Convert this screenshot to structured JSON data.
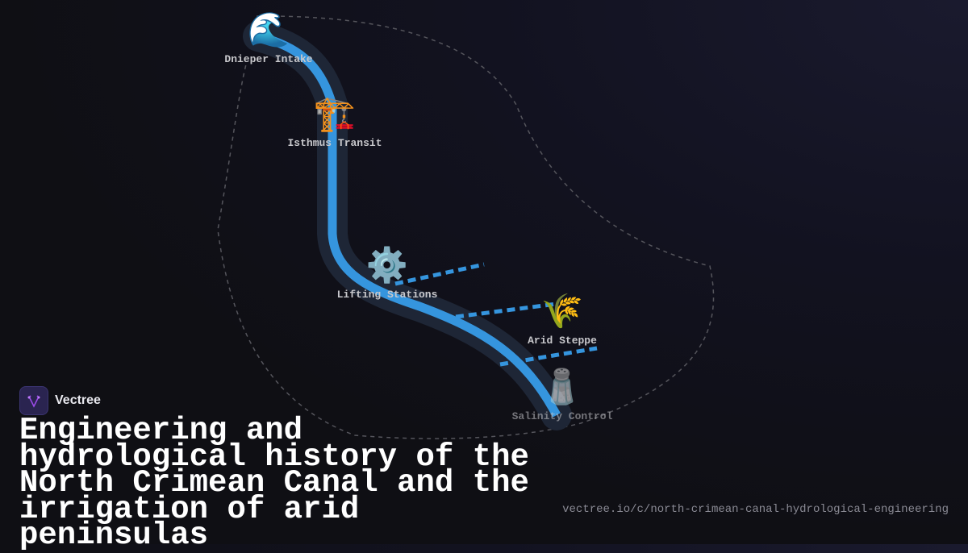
{
  "brand": {
    "name": "Vectree",
    "logo_icon": "vectree-logo-icon",
    "accent": "#8b3fd9"
  },
  "title": "Engineering and hydrological history of the North Crimean Canal and the irrigation of arid peninsulas",
  "url": "vectree.io/c/north-crimean-canal-hydrological-engineering",
  "colors": {
    "canal": "#3595de",
    "background": "#0f0f14"
  },
  "nodes": [
    {
      "label": "Dnieper Intake",
      "icon": "water-wave-icon",
      "emoji": "🌊"
    },
    {
      "label": "Isthmus Transit",
      "icon": "construction-crane-icon",
      "emoji": "🏗️"
    },
    {
      "label": "Lifting Stations",
      "icon": "gear-icon",
      "emoji": "⚙️"
    },
    {
      "label": "Arid Steppe",
      "icon": "wheat-icon",
      "emoji": "🌾"
    },
    {
      "label": "Salinity Control",
      "icon": "salt-shaker-icon",
      "emoji": "🧂"
    }
  ]
}
